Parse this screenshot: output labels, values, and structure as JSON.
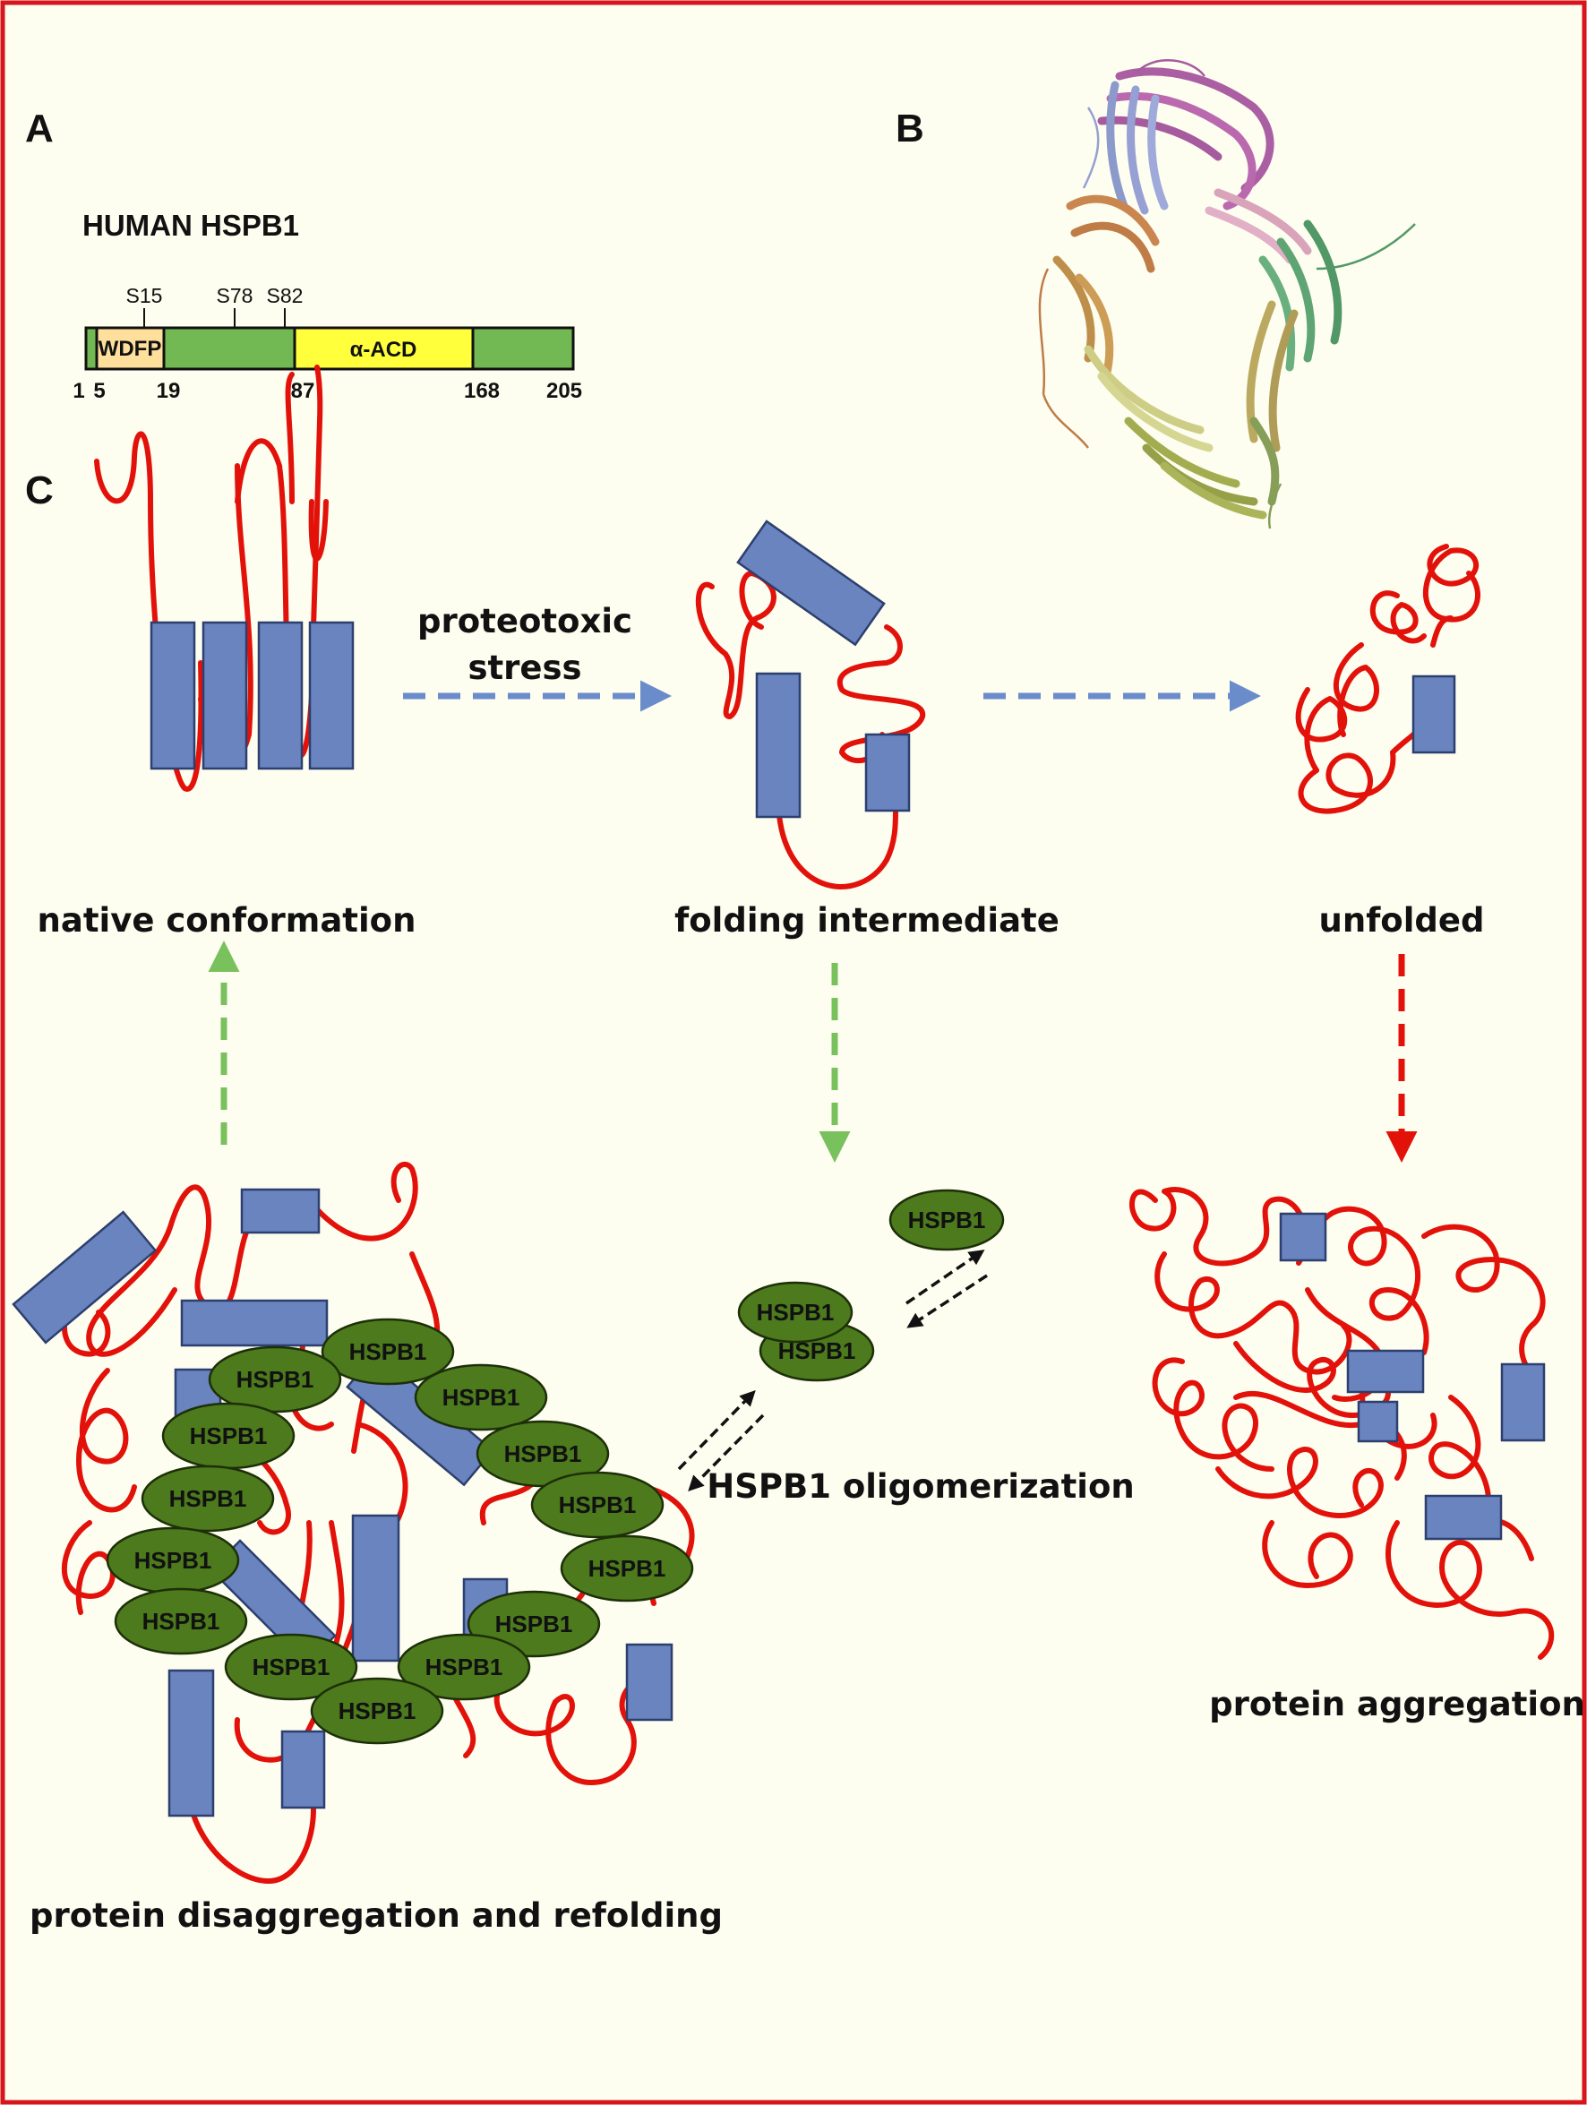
{
  "panels": {
    "a": "A",
    "b": "B",
    "c": "C"
  },
  "panel_a": {
    "title": "HUMAN HSPB1",
    "domains": [
      {
        "name": "WDFP",
        "color": "#ffdf9c"
      },
      {
        "name": "α-ACD",
        "color": "#ffff3c"
      }
    ],
    "bar_color": "#72b954",
    "sites": [
      "S15",
      "S78",
      "S82"
    ],
    "positions": [
      "1",
      "5",
      "19",
      "87",
      "168",
      "205"
    ]
  },
  "panel_c": {
    "stress_label_line1": "proteotoxic",
    "stress_label_line2": "stress",
    "states": {
      "native": "native conformation",
      "intermediate": "folding intermediate",
      "unfolded": "unfolded",
      "aggregation": "protein aggregation",
      "oligomerization": "HSPB1 oligomerization",
      "refolding": "protein disaggregation and refolding"
    },
    "chaperone": "HSPB1"
  },
  "colors": {
    "frame": "#d8141d",
    "background": "#fdfdf0",
    "coil": "#e2120a",
    "helix_box": "#6a84bf",
    "chaperone": "#4c7a1c",
    "arrow_blue": "#6b8ccb",
    "arrow_green": "#78c15c",
    "arrow_red": "#e2120a"
  }
}
